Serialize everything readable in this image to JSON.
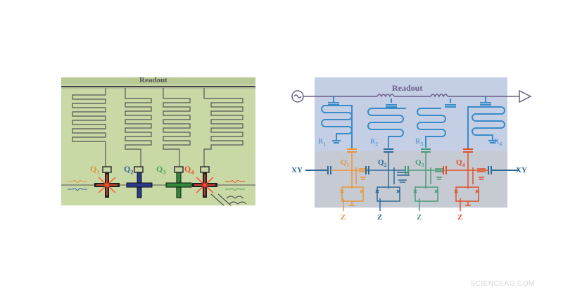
{
  "left_panel": {
    "readout_label": "Readout",
    "qubits": [
      {
        "prefix": "Q",
        "sub": "1",
        "color": "#e0913a"
      },
      {
        "prefix": "Q",
        "sub": "2",
        "color": "#3a5fb0"
      },
      {
        "prefix": "Q",
        "sub": "3",
        "color": "#4aa25a"
      },
      {
        "prefix": "Q",
        "sub": "4",
        "color": "#e0502a"
      }
    ],
    "colors": {
      "background": "#c9d9a6",
      "line": "#444444"
    }
  },
  "right_panel": {
    "readout_label": "Readout",
    "resonators": [
      {
        "prefix": "R",
        "sub": "1"
      },
      {
        "prefix": "R",
        "sub": "2"
      },
      {
        "prefix": "R",
        "sub": "3"
      },
      {
        "prefix": "R",
        "sub": "4"
      }
    ],
    "qubits": [
      {
        "prefix": "Q",
        "sub": "1",
        "color": "#e8963c"
      },
      {
        "prefix": "Q",
        "sub": "2",
        "color": "#2d6a9a"
      },
      {
        "prefix": "Q",
        "sub": "3",
        "color": "#4a9a7a"
      },
      {
        "prefix": "Q",
        "sub": "4",
        "color": "#e0502a"
      }
    ],
    "z_label": "Z",
    "xy_left": "XY",
    "xy_right": "XY",
    "colors": {
      "top_band": "#c4cfe6",
      "bottom_band": "#c6cad2",
      "resonator": "#3a8cc8",
      "readout_line": "#6a5f88"
    }
  },
  "watermark": "SCIENCEAG.COM"
}
